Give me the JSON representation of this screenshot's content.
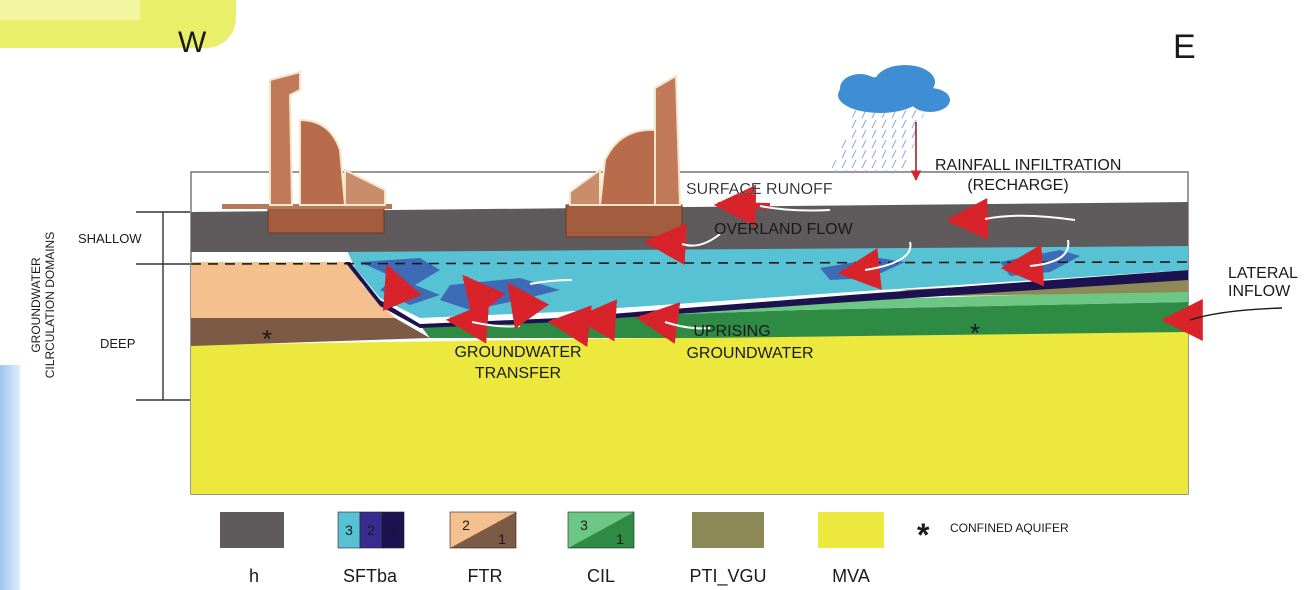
{
  "compass": {
    "west": "W",
    "east": "E"
  },
  "labels": {
    "rainfall_line1": "RAINFALL INFILTRATION",
    "rainfall_line2": "(RECHARGE)",
    "surface_runoff": "SURFACE RUNOFF",
    "overland_flow": "OVERLAND FLOW",
    "lateral_line1": "LATERAL",
    "lateral_line2": "INFLOW",
    "groundwater_transfer_line1": "GROUNDWATER",
    "groundwater_transfer_line2": "TRANSFER",
    "uprising_line1": "UPRISING",
    "uprising_line2": "GROUNDWATER"
  },
  "domains": {
    "title_line1": "GROUNDWATER",
    "title_line2": "CILRCULATION DOMAINS",
    "shallow": "SHALLOW",
    "deep": "DEEP"
  },
  "legend": {
    "h": "h",
    "sftba": "SFTba",
    "sftba_nums": [
      "3",
      "2",
      "1"
    ],
    "ftr": "FTR",
    "ftr_nums": [
      "2",
      "1"
    ],
    "cil": "CIL",
    "cil_nums": [
      "3",
      "1"
    ],
    "pti_vgu": "PTI_VGU",
    "mva": "MVA",
    "confined_symbol": "*",
    "confined_label": "CONFINED AQUIFER"
  },
  "colors": {
    "h": "#5f5a5c",
    "sftba_3": "#56c2d3",
    "sftba_2": "#3a2c8e",
    "sftba_1": "#1c1250",
    "ftr_2": "#f4c08e",
    "ftr_1": "#7c5a46",
    "cil_3": "#6dc784",
    "cil_1": "#2e8b43",
    "pti_vgu": "#8d8a57",
    "mva": "#ece83e",
    "arrow": "#d9232a"
  }
}
